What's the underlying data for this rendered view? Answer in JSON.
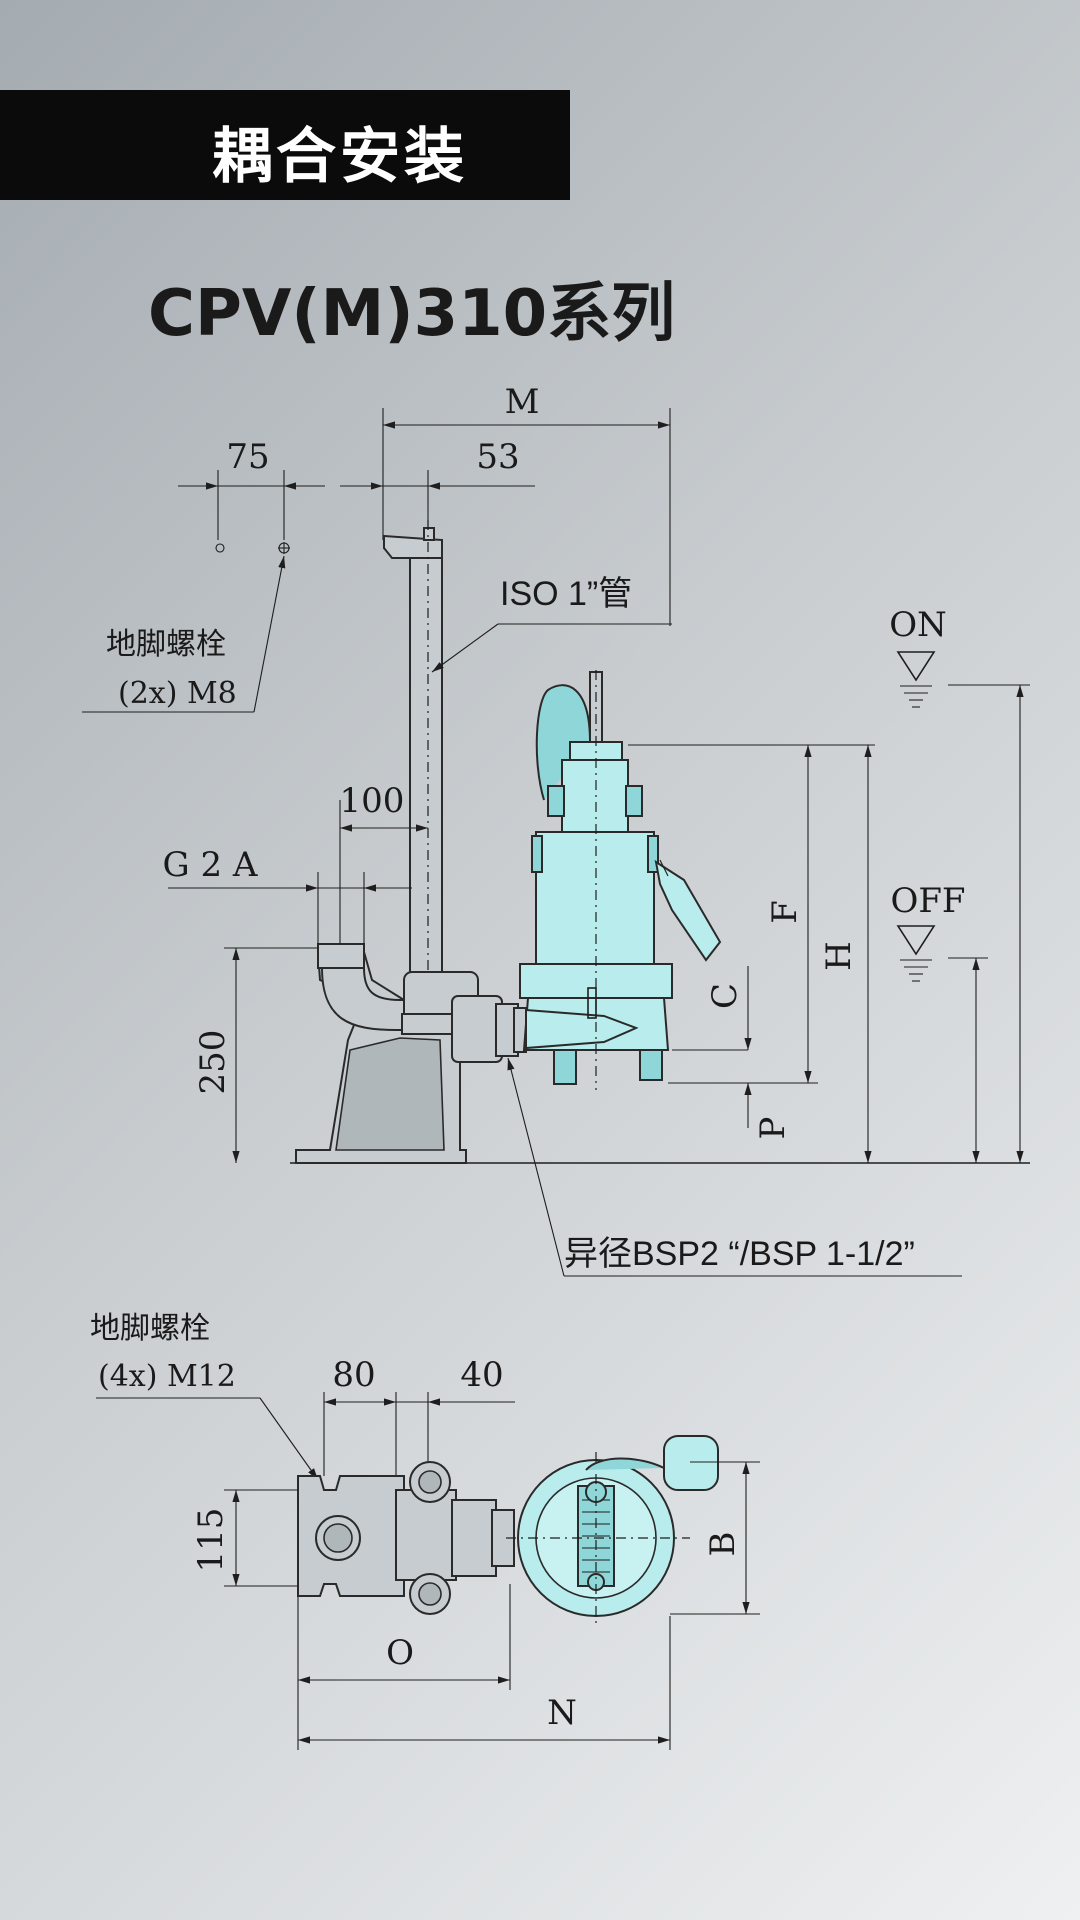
{
  "header": {
    "title": "耦合安装"
  },
  "series_title": "CPV(M)310系列",
  "side_view": {
    "dim_m": "M",
    "dim_75": "75",
    "dim_53": "53",
    "pipe_label": "ISO 1”管",
    "bolt_label_1": "地脚螺栓",
    "bolt_label_2": "(2x) M8",
    "dim_100": "100",
    "dim_g2a": "G 2 A",
    "dim_250": "250",
    "dim_c": "C",
    "dim_f": "F",
    "dim_h": "H",
    "dim_p": "P",
    "level_on": "ON",
    "level_off": "OFF",
    "reducer_label": "异径BSP2 “/BSP 1-1/2”"
  },
  "top_view": {
    "bolt_label_1": "地脚螺栓",
    "bolt_label_2": "(4x) M12",
    "dim_80": "80",
    "dim_40": "40",
    "dim_115": "115",
    "dim_b": "B",
    "dim_o": "O",
    "dim_n": "N"
  },
  "colors": {
    "banner": "#0b0b0b",
    "pump_body": "#b9ecec",
    "steel": "#c6cccf"
  }
}
